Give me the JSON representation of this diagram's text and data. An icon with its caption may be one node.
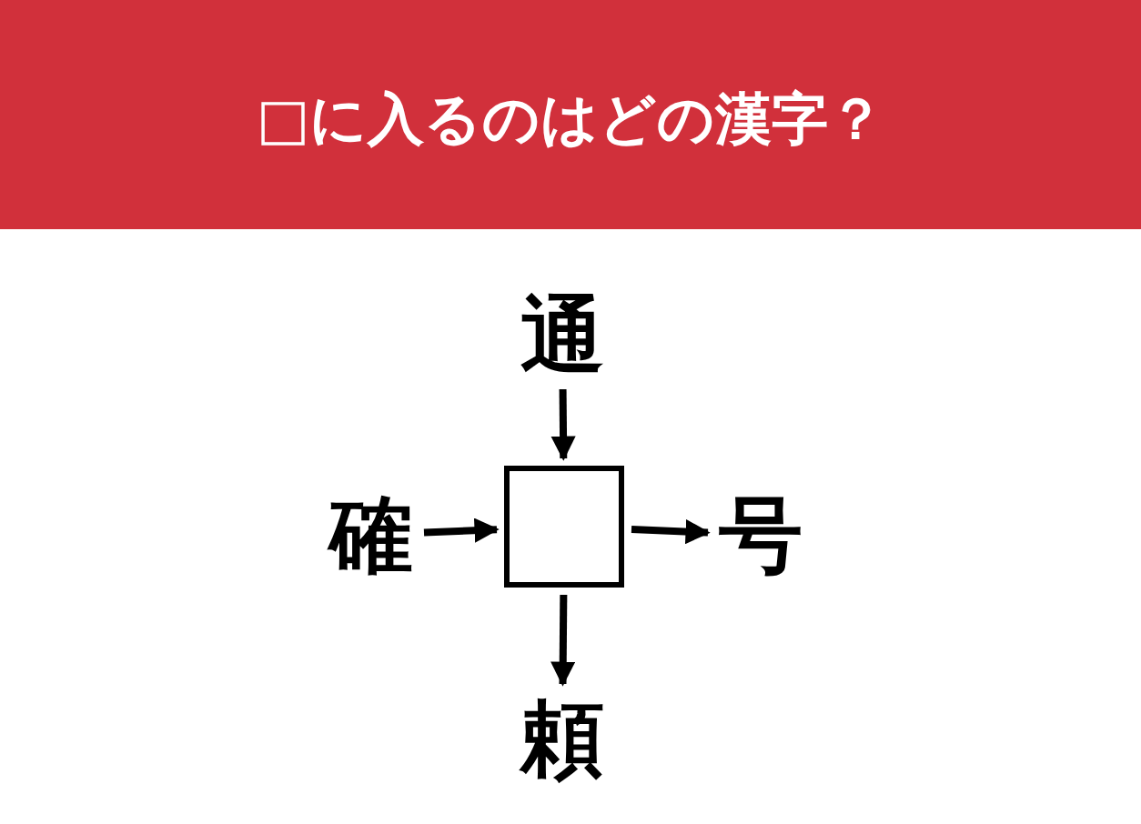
{
  "diagram": {
    "title": "□に入るのはどの漢字？",
    "nodes": [
      {
        "text": [
          "通"
        ]
      },
      {
        "text": [
          "確"
        ]
      },
      {
        "text": [],
        "shape": "box"
      },
      {
        "text": [
          "号"
        ]
      },
      {
        "text": [
          "頼"
        ]
      }
    ],
    "edges": [
      {
        "from": 0,
        "to": 2,
        "arrow": "to"
      },
      {
        "from": 1,
        "to": 2,
        "arrow": "to"
      },
      {
        "from": 2,
        "to": 3,
        "arrow": "to"
      },
      {
        "from": 2,
        "to": 4,
        "arrow": "to"
      }
    ]
  }
}
